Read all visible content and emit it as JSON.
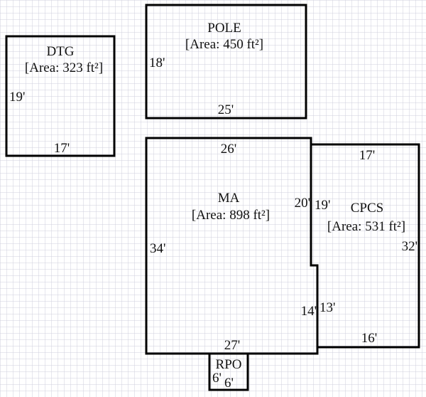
{
  "rooms": {
    "dtg": {
      "name": "DTG",
      "area": "[Area: 323 ft²]",
      "dim_left": "19'",
      "dim_bottom": "17'"
    },
    "pole": {
      "name": "POLE",
      "area": "[Area: 450 ft²]",
      "dim_left": "18'",
      "dim_bottom": "25'"
    },
    "ma": {
      "name": "MA",
      "area": "[Area: 898 ft²]",
      "dim_top": "26'",
      "dim_left": "34'",
      "dim_right_upper": "20'",
      "dim_right_lower": "14'",
      "dim_bottom": "27'"
    },
    "cpcs": {
      "name": "CPCS",
      "area": "[Area: 531 ft²]",
      "dim_top": "17'",
      "dim_left_upper": "19'",
      "dim_left_lower": "13'",
      "dim_right": "32'",
      "dim_bottom": "16'"
    },
    "rpo": {
      "name": "RPO",
      "dim_left": "6'",
      "dim_bottom": "6'"
    }
  },
  "colors": {
    "grid": "#c9c9d6",
    "wall": "#000000"
  }
}
